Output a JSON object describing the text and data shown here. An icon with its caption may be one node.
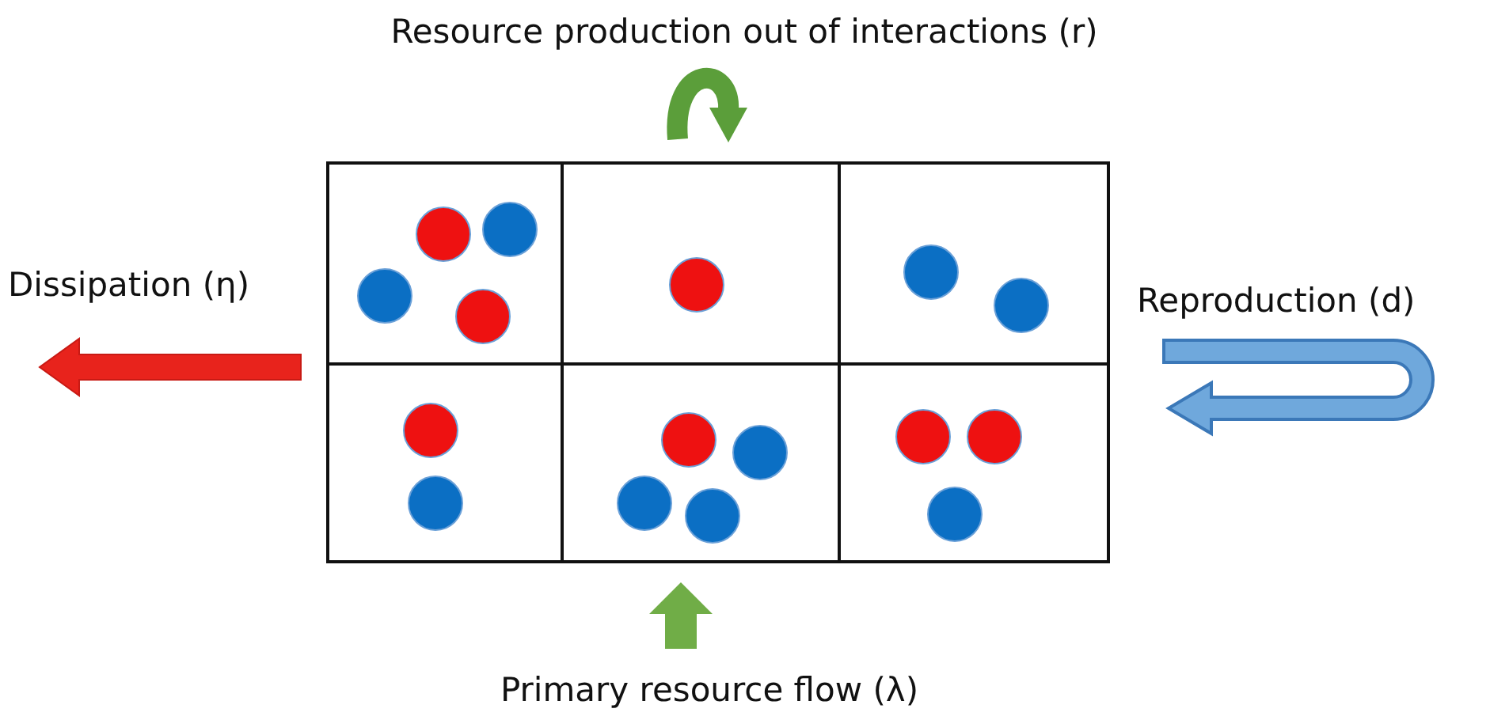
{
  "diagram": {
    "labels": [
      "Resource production out of interactions (r)",
      "Dissipation (η)",
      "Reproduction (d)",
      "Primary resource flow (λ)"
    ]
  }
}
